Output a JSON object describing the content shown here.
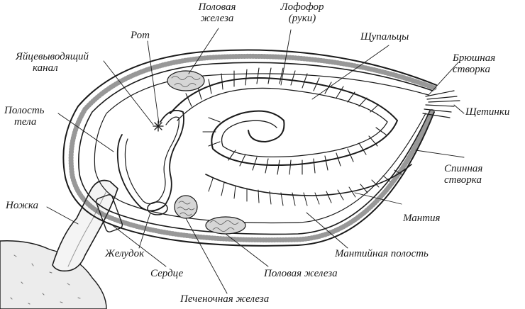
{
  "colors": {
    "ink": "#1a1a1a",
    "paper": "#ffffff",
    "shade": "#9a9a9a"
  },
  "labels": {
    "gonad_top": [
      "Половая",
      "железа"
    ],
    "lophophore": [
      "Лофофор",
      "(руки)"
    ],
    "mouth": "Рот",
    "oviduct": [
      "Яйцевыводящий",
      "канал"
    ],
    "tentacles": "Щупальцы",
    "ventral_valve": [
      "Брюшная",
      "створка"
    ],
    "body_cavity": [
      "Полость",
      "тела"
    ],
    "setae": "Щетинки",
    "dorsal_valve": [
      "Спинная",
      "створка"
    ],
    "pedicle": "Ножка",
    "mantle": "Мантия",
    "stomach": "Желудок",
    "mantle_cavity": "Мантийная полость",
    "heart": "Сердце",
    "gonad_bottom": "Половая железа",
    "liver": "Печеночная железа"
  }
}
